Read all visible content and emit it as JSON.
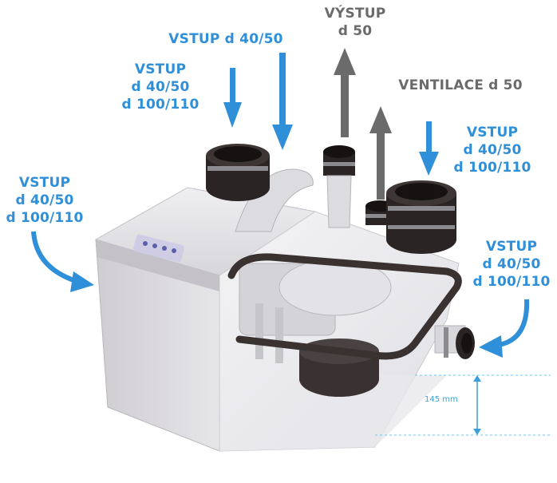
{
  "labels": {
    "inlet_left": [
      "VSTUP",
      "d 40/50",
      "d 100/110"
    ],
    "inlet_top_left": [
      "VSTUP",
      "d 40/50",
      "d 100/110"
    ],
    "inlet_top_center": [
      "VSTUP d 40/50"
    ],
    "outlet": [
      "VÝSTUP",
      "d 50"
    ],
    "ventilation": [
      "VENTILACE d 50"
    ],
    "inlet_top_right": [
      "VSTUP",
      "d 40/50",
      "d 100/110"
    ],
    "inlet_side_right": [
      "VSTUP",
      "d 40/50",
      "d 100/110"
    ]
  },
  "dimension": {
    "text": "145 mm"
  },
  "colors": {
    "inlet": "#2f8fd8",
    "outlet": "#6b6b6b",
    "body": "#d9d8db",
    "pipe": "#2b2424"
  }
}
